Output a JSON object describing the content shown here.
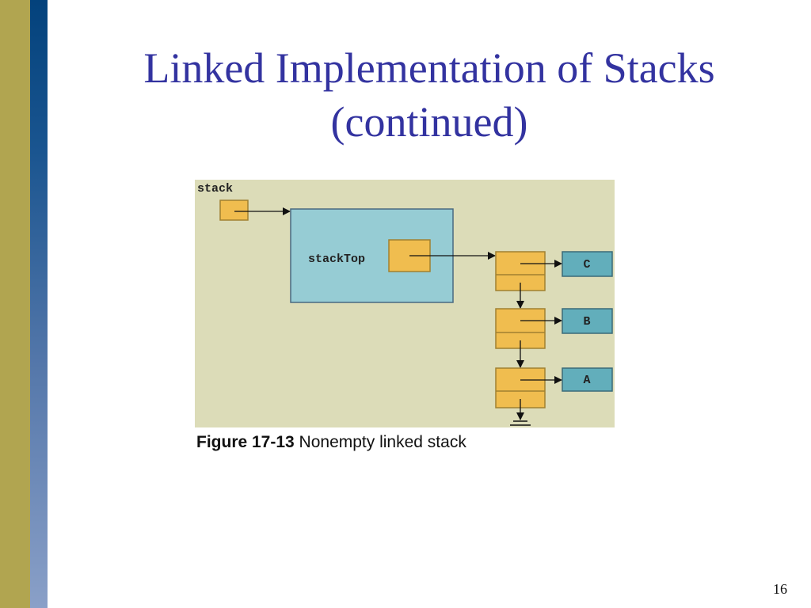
{
  "slide": {
    "title_line1": "Linked Implementation of Stacks",
    "title_line2": "(continued)",
    "figure": {
      "labels": {
        "stack": "stack",
        "stackTop": "stackTop"
      },
      "nodes": [
        "C",
        "B",
        "A"
      ],
      "caption_number": "Figure 17-13",
      "caption_text": " Nonempty linked stack"
    },
    "page_number": "16"
  },
  "colors": {
    "title": "#3333a0",
    "figure_bg": "#dcdcb8",
    "pointer_box": "#f0bd4f",
    "object_box": "#96ccd4",
    "info_box": "#62aebb"
  }
}
